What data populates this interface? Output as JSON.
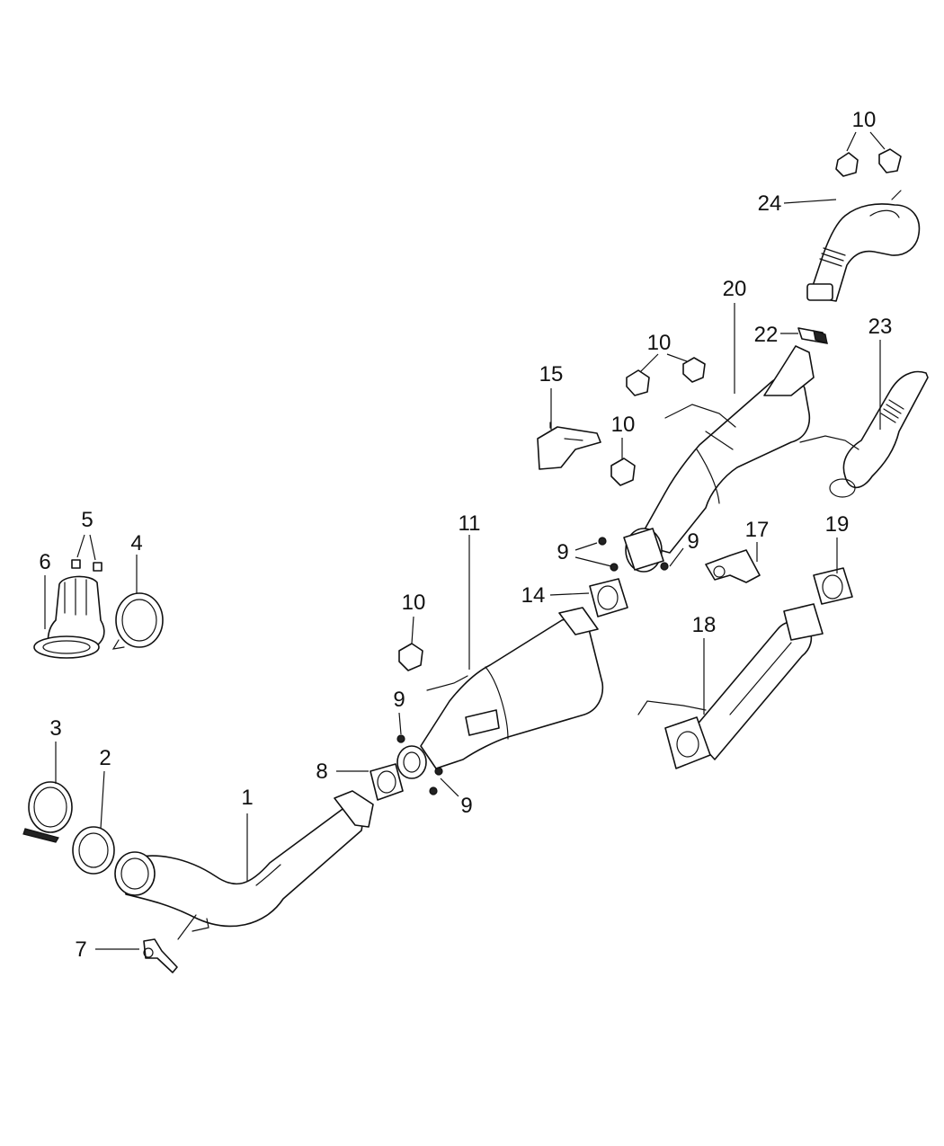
{
  "callouts": [
    {
      "id": "c1",
      "text": "1"
    },
    {
      "id": "c2",
      "text": "2"
    },
    {
      "id": "c3",
      "text": "3"
    },
    {
      "id": "c4",
      "text": "4"
    },
    {
      "id": "c5",
      "text": "5"
    },
    {
      "id": "c6",
      "text": "6"
    },
    {
      "id": "c7",
      "text": "7"
    },
    {
      "id": "c8",
      "text": "8"
    },
    {
      "id": "c9a",
      "text": "9"
    },
    {
      "id": "c9b",
      "text": "9"
    },
    {
      "id": "c9c",
      "text": "9"
    },
    {
      "id": "c9d",
      "text": "9"
    },
    {
      "id": "c10a",
      "text": "10"
    },
    {
      "id": "c10b",
      "text": "10"
    },
    {
      "id": "c10c",
      "text": "10"
    },
    {
      "id": "c10d",
      "text": "10"
    },
    {
      "id": "c11",
      "text": "11"
    },
    {
      "id": "c14",
      "text": "14"
    },
    {
      "id": "c15",
      "text": "15"
    },
    {
      "id": "c17",
      "text": "17"
    },
    {
      "id": "c18",
      "text": "18"
    },
    {
      "id": "c19",
      "text": "19"
    },
    {
      "id": "c20",
      "text": "20"
    },
    {
      "id": "c22",
      "text": "22"
    },
    {
      "id": "c23",
      "text": "23"
    },
    {
      "id": "c24",
      "text": "24"
    }
  ]
}
